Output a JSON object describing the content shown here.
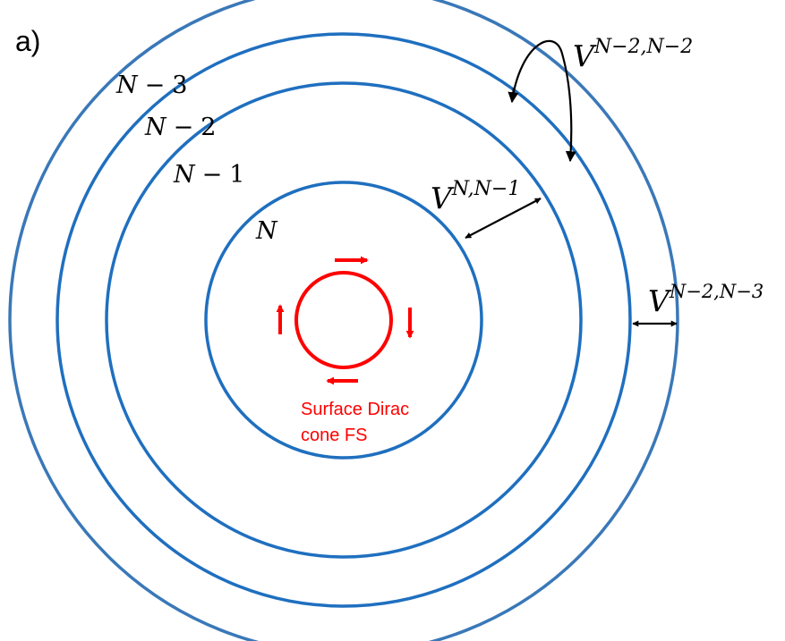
{
  "panel_label": "a)",
  "colors": {
    "ring": "#1f6fbf",
    "ring_outer": "#3a78b8",
    "dirac": "#ff0000",
    "arrow": "#000000"
  },
  "rings": [
    {
      "label_base": "N",
      "label_op": "",
      "label_num": ""
    },
    {
      "label_base": "N",
      "label_op": "−",
      "label_num": "1"
    },
    {
      "label_base": "N",
      "label_op": "−",
      "label_num": "2"
    },
    {
      "label_base": "N",
      "label_op": "−",
      "label_num": "3"
    }
  ],
  "couplings": [
    {
      "base": "V",
      "sup": "N,N−1"
    },
    {
      "base": "V",
      "sup": "N−2,N−2"
    },
    {
      "base": "V",
      "sup": "N−2,N−3"
    }
  ],
  "dirac": {
    "line1": "Surface Dirac",
    "line2": "cone FS"
  }
}
